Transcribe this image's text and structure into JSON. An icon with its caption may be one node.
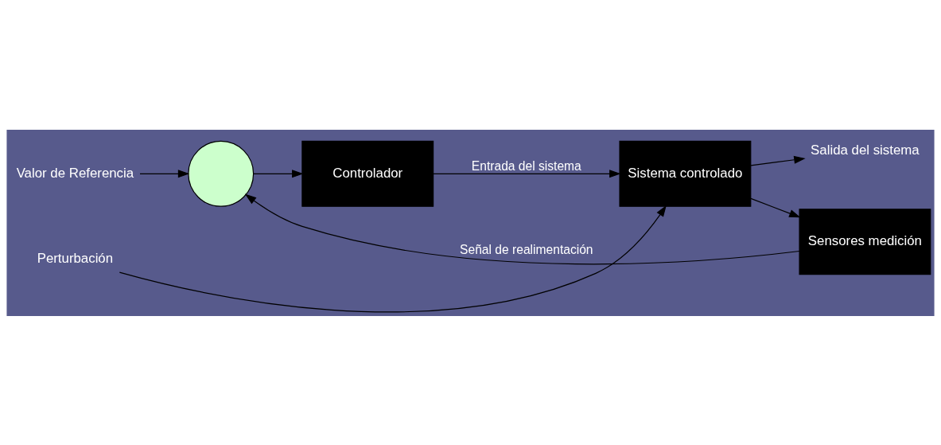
{
  "diagram": {
    "nodes": [
      {
        "text": [
          "Valor de Referencia"
        ]
      },
      {
        "text": [],
        "shape": "circle"
      },
      {
        "text": [
          "Controlador"
        ]
      },
      {
        "text": [
          "Sistema controlado"
        ]
      },
      {
        "text": [
          "Perturbación"
        ]
      },
      {
        "text": [
          "Salida del sistema"
        ]
      },
      {
        "text": [
          "Sensores medición"
        ]
      }
    ],
    "edges": [
      {
        "from": 0,
        "to": 1,
        "arrow": "to"
      },
      {
        "from": 1,
        "to": 2,
        "arrow": "to"
      },
      {
        "from": 2,
        "to": 3,
        "arrow": "to",
        "label": "Entrada del sistema"
      },
      {
        "from": 4,
        "to": 3,
        "arrow": "to"
      },
      {
        "from": 3,
        "to": 5,
        "arrow": "to"
      },
      {
        "from": 3,
        "to": 6,
        "arrow": "to"
      },
      {
        "from": 6,
        "to": 1,
        "arrow": "to",
        "label": "Señal de realimentación"
      }
    ]
  }
}
